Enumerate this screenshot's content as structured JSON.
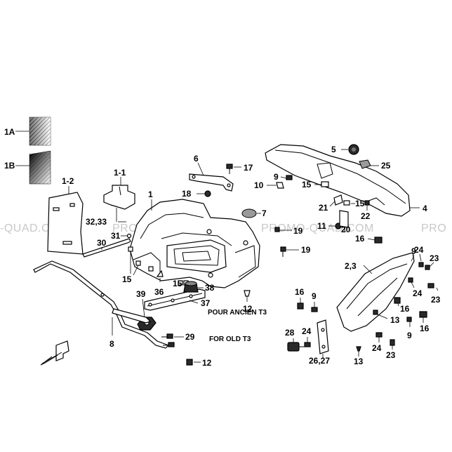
{
  "labels": {
    "l_1a": "1A",
    "l_1b": "1B",
    "l_1_2": "1-2",
    "l_1_1": "1-1",
    "l_1": "1",
    "l_32_33": "32,33",
    "l_31": "31",
    "l_30": "30",
    "l_6": "6",
    "l_17": "17",
    "l_18": "18",
    "l_7": "7",
    "l_19a": "19",
    "l_19b": "19",
    "l_15a": "15",
    "l_15b": "15",
    "l_36": "36",
    "l_39": "39",
    "l_38": "38",
    "l_37": "37",
    "l_12a": "12",
    "l_8": "8",
    "l_29": "29",
    "l_12b": "12",
    "l_5": "5",
    "l_25": "25",
    "l_9a": "9",
    "l_10": "10",
    "l_15c": "15",
    "l_21": "21",
    "l_15d": "15",
    "l_4": "4",
    "l_22": "22",
    "l_11": "11",
    "l_20": "20",
    "l_16a": "16",
    "l_9b": "9",
    "l_24a": "24",
    "l_23a": "23",
    "l_2_3": "2,3",
    "l_24b": "24",
    "l_23b": "23",
    "l_16b": "16",
    "l_9c": "9",
    "l_16c": "16",
    "l_13a": "13",
    "l_16d": "16",
    "l_9d": "9",
    "l_28": "28",
    "l_24c": "24",
    "l_24d": "24",
    "l_23c": "23",
    "l_26_27": "26,27",
    "l_13b": "13"
  },
  "notes": {
    "old_t3_fr": "POUR ANCIEN T3",
    "old_t3_en": "FOR OLD T3"
  },
  "watermark": {
    "w1": "-QUAD.COM",
    "w2": "PROMO-QUAD.COM",
    "w3": "PROMO-QUAD.COM",
    "w4": "PRO"
  }
}
